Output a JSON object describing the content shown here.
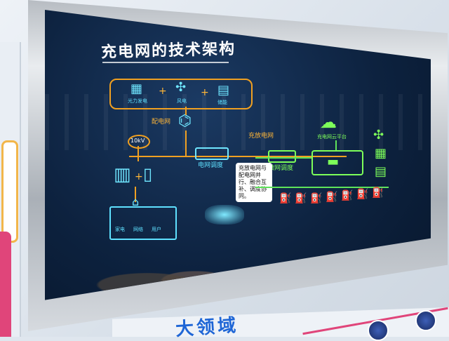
{
  "screen": {
    "title": "充电网的技术架构",
    "labels": {
      "distribution_grid": "配电网",
      "voltage": "10kV",
      "charge_discharge_grid": "充放电网",
      "grid_dispatch": "电网调度",
      "microgrid_dispatch": "微网调度",
      "cloud_platform": "充电网云平台",
      "sources": [
        "光力发电",
        "风电",
        "储能"
      ],
      "home": [
        "家电",
        "网络",
        "用户"
      ]
    },
    "callout": "充放电网与配电网并行、融合互补、调度协同。"
  },
  "wall": {
    "heading_fragment": "大领域"
  },
  "colors": {
    "accent_amber": "#f0a021",
    "accent_cyan": "#5fe1ff",
    "accent_green": "#5fe35a",
    "wall_blue": "#1f66d6",
    "wall_pink": "#e0457a"
  },
  "icons": [
    "solar-panel-icon",
    "wind-turbine-icon",
    "battery-icon",
    "transformer-icon",
    "cloud-icon",
    "house-icon",
    "car-icon",
    "charger-icon"
  ]
}
